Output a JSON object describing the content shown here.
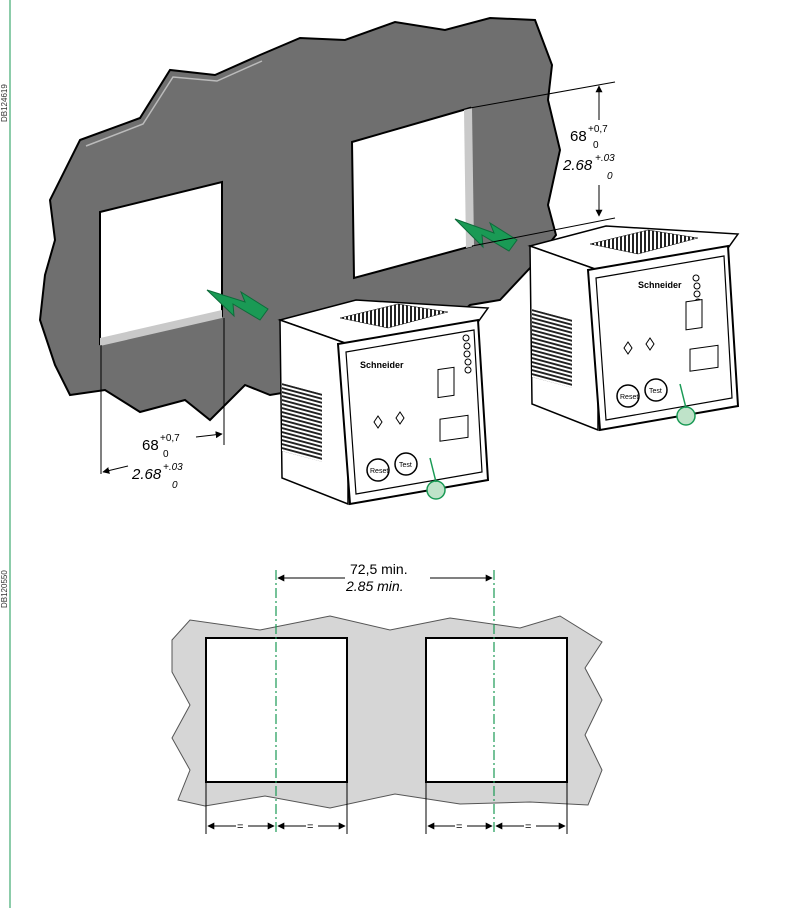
{
  "side_codes": [
    "DB124619",
    "DB120550"
  ],
  "dims": {
    "left_width_value": "68",
    "left_width_tol_upper": "+0,7",
    "left_width_tol_lower": "0",
    "left_width_inch_value": "2.68",
    "left_width_inch_tol_upper": "+.03",
    "left_width_inch_tol_lower": "0",
    "right_height_value": "68",
    "right_height_tol_upper": "+0,7",
    "right_height_tol_lower": "0",
    "right_height_inch_value": "2.68",
    "right_height_inch_tol_upper": "+.03",
    "right_height_inch_tol_lower": "0",
    "spacing_metric": "72,5 min.",
    "spacing_inch": "2.85 min."
  },
  "device": {
    "brand": "Schneider",
    "reset_label": "Reset",
    "test_label": "Test"
  },
  "equal_mark": "=",
  "colors": {
    "panel": "#6f6f6f",
    "panel_light": "#d6d6d6",
    "accent": "#1a9a55",
    "outline": "#000000"
  }
}
